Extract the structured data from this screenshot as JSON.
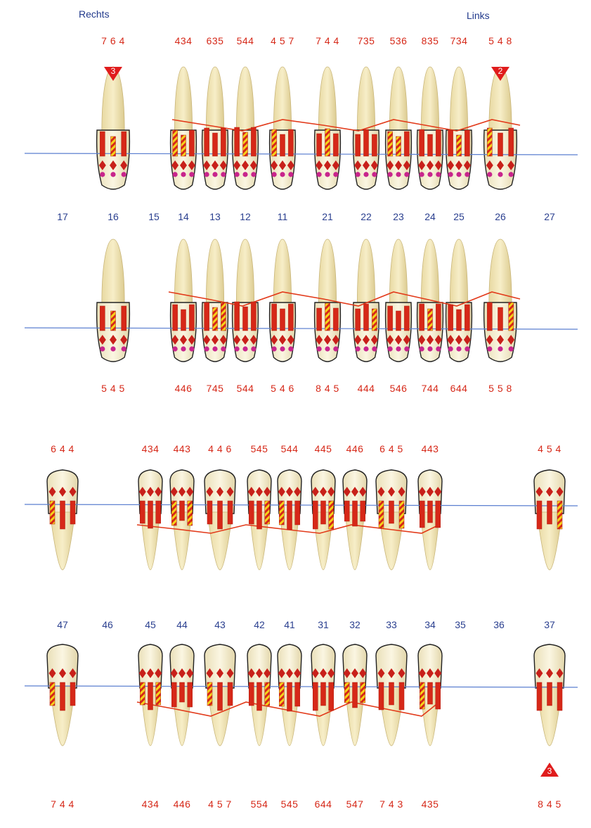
{
  "header": {
    "right_label": "Rechts",
    "left_label": "Links"
  },
  "colors": {
    "measure": "#d62818",
    "number": "#2a3f8f",
    "line": "#5b7fd0",
    "gingiva": "#e23a1a",
    "furcation": "#c8258c"
  },
  "upper": {
    "tooth_numbers": [
      "17",
      "16",
      "15",
      "14",
      "13",
      "12",
      "11",
      "21",
      "22",
      "23",
      "24",
      "25",
      "26",
      "27"
    ],
    "buccal_measures": [
      "",
      "7 6 4",
      "",
      "434",
      "635",
      "544",
      "4 5 7",
      "7 4 4",
      "735",
      "536",
      "835",
      "734",
      "5 4 8",
      ""
    ],
    "palatal_measures": [
      "",
      "5 4 5",
      "",
      "446",
      "745",
      "544",
      "5 4 6",
      "8 4 5",
      "444",
      "546",
      "744",
      "644",
      "5 5 8",
      ""
    ],
    "badges": [
      {
        "tooth": "16",
        "value": "3"
      },
      {
        "tooth": "26",
        "value": "2"
      }
    ]
  },
  "lower": {
    "tooth_numbers": [
      "47",
      "46",
      "45",
      "44",
      "43",
      "42",
      "41",
      "31",
      "32",
      "33",
      "34",
      "35",
      "36",
      "37"
    ],
    "buccal_measures": [
      "6 4 4",
      "",
      "434",
      "443",
      "4 4 6",
      "545",
      "544",
      "445",
      "446",
      "6 4 5",
      "443",
      "",
      "",
      "4 5 4"
    ],
    "lingual_measures": [
      "7 4 4",
      "",
      "434",
      "446",
      "4 5 7",
      "554",
      "545",
      "644",
      "547",
      "7 4 3",
      "435",
      "",
      "",
      "8 4 5"
    ],
    "badges": [
      {
        "tooth": "37",
        "value": "3"
      }
    ]
  }
}
